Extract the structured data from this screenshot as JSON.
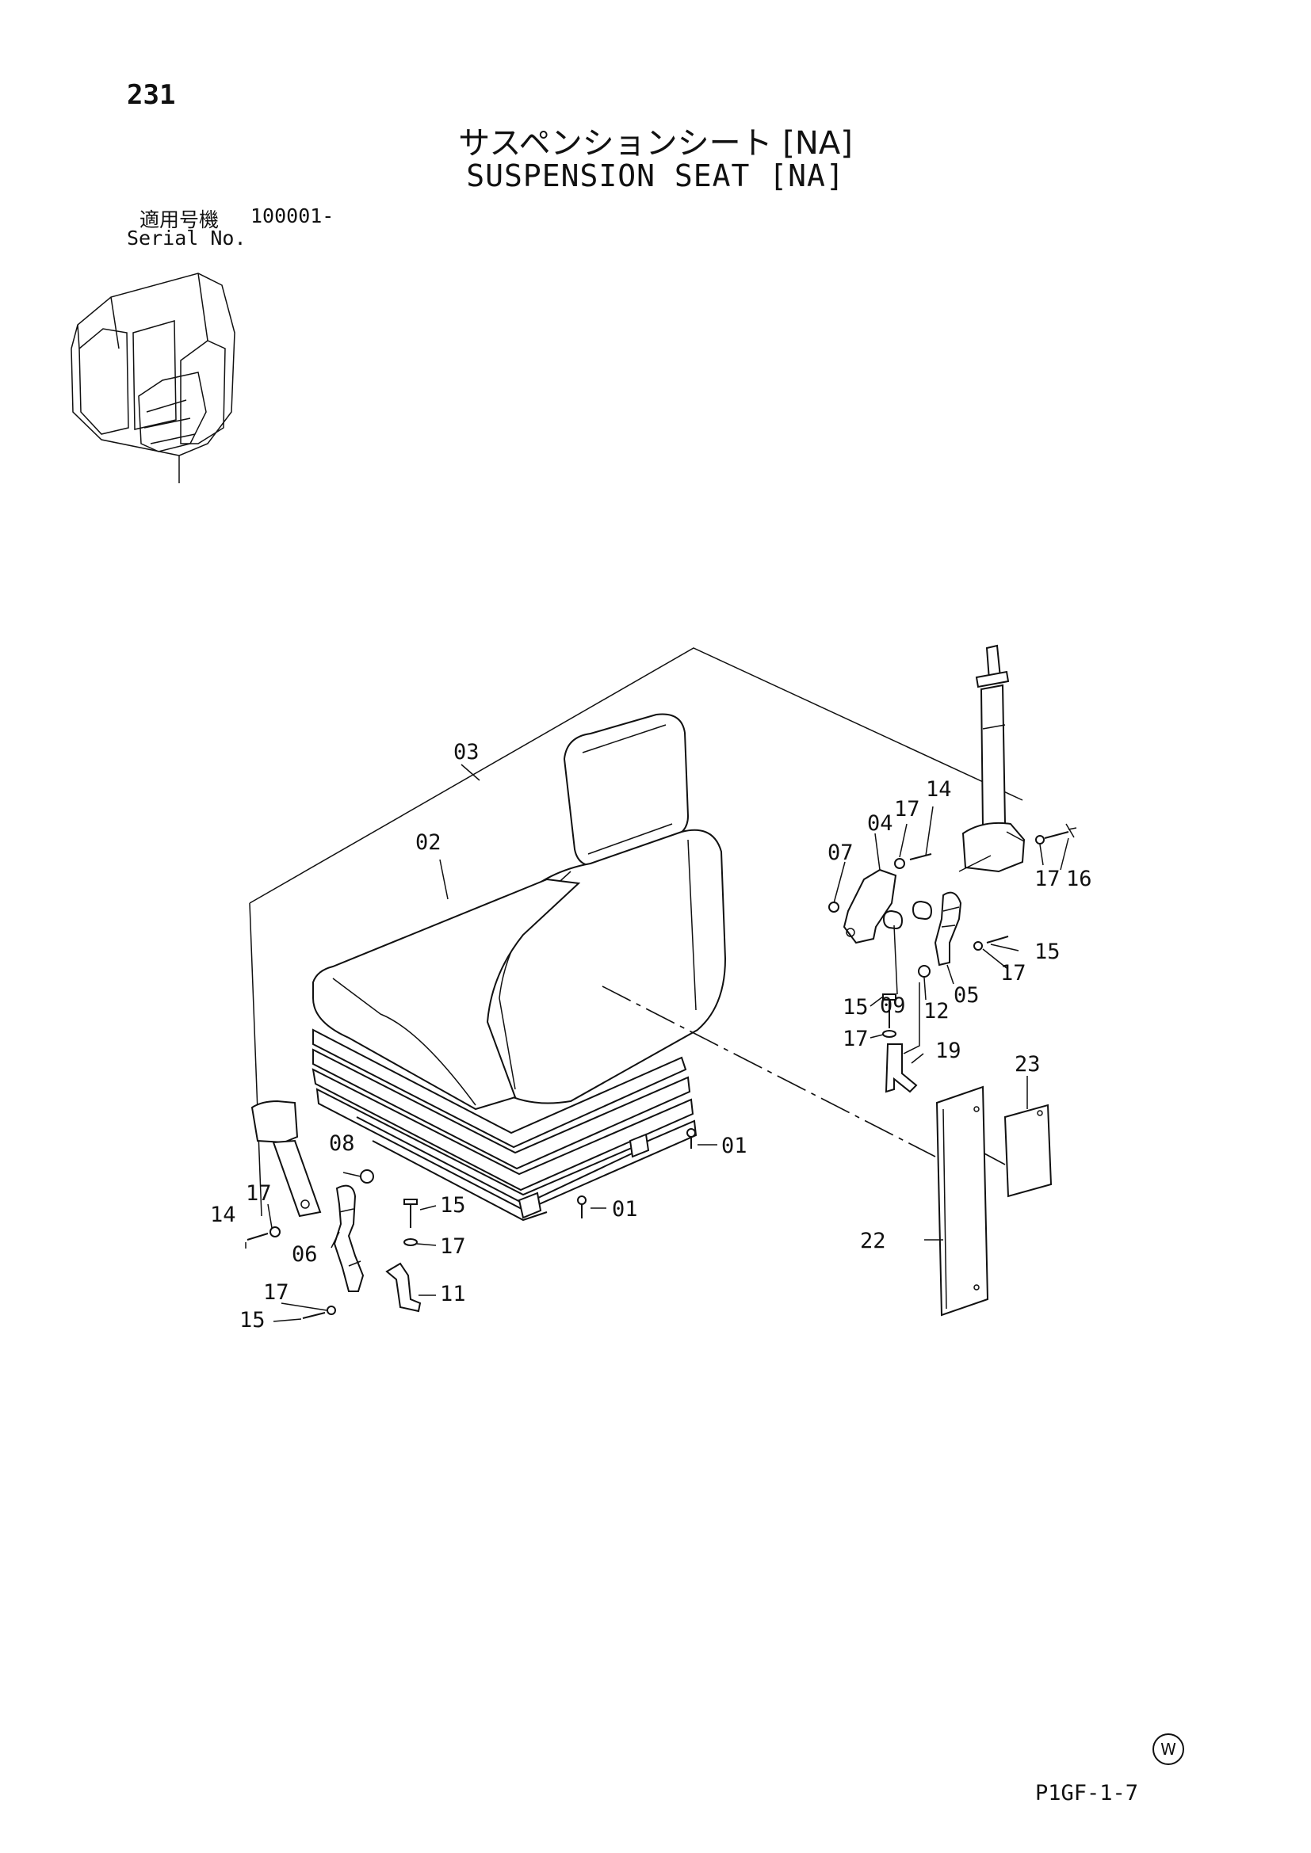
{
  "header": {
    "page_number": "231",
    "title_jp": "サスペンションシート [NA]",
    "title_en": "SUSPENSION SEAT [NA]",
    "serial_label_jp": "適用号機",
    "serial_range": "100001-",
    "serial_label_en": "Serial No."
  },
  "footer": {
    "maker_mark": "W",
    "drawing_code": "P1GF-1-7"
  },
  "callouts": {
    "c01a": "01",
    "c01b": "01",
    "c02": "02",
    "c03": "03",
    "c04": "04",
    "c05": "05",
    "c06": "06",
    "c07": "07",
    "c08": "08",
    "c09": "09",
    "c11": "11",
    "c12": "12",
    "c14a": "14",
    "c14b": "14",
    "c15a": "15",
    "c15b": "15",
    "c15c": "15",
    "c15d": "15",
    "c16": "16",
    "c17a": "17",
    "c17b": "17",
    "c17c": "17",
    "c17d": "17",
    "c17e": "17",
    "c17f": "17",
    "c17g": "17",
    "c19": "19",
    "c22": "22",
    "c23": "23"
  }
}
